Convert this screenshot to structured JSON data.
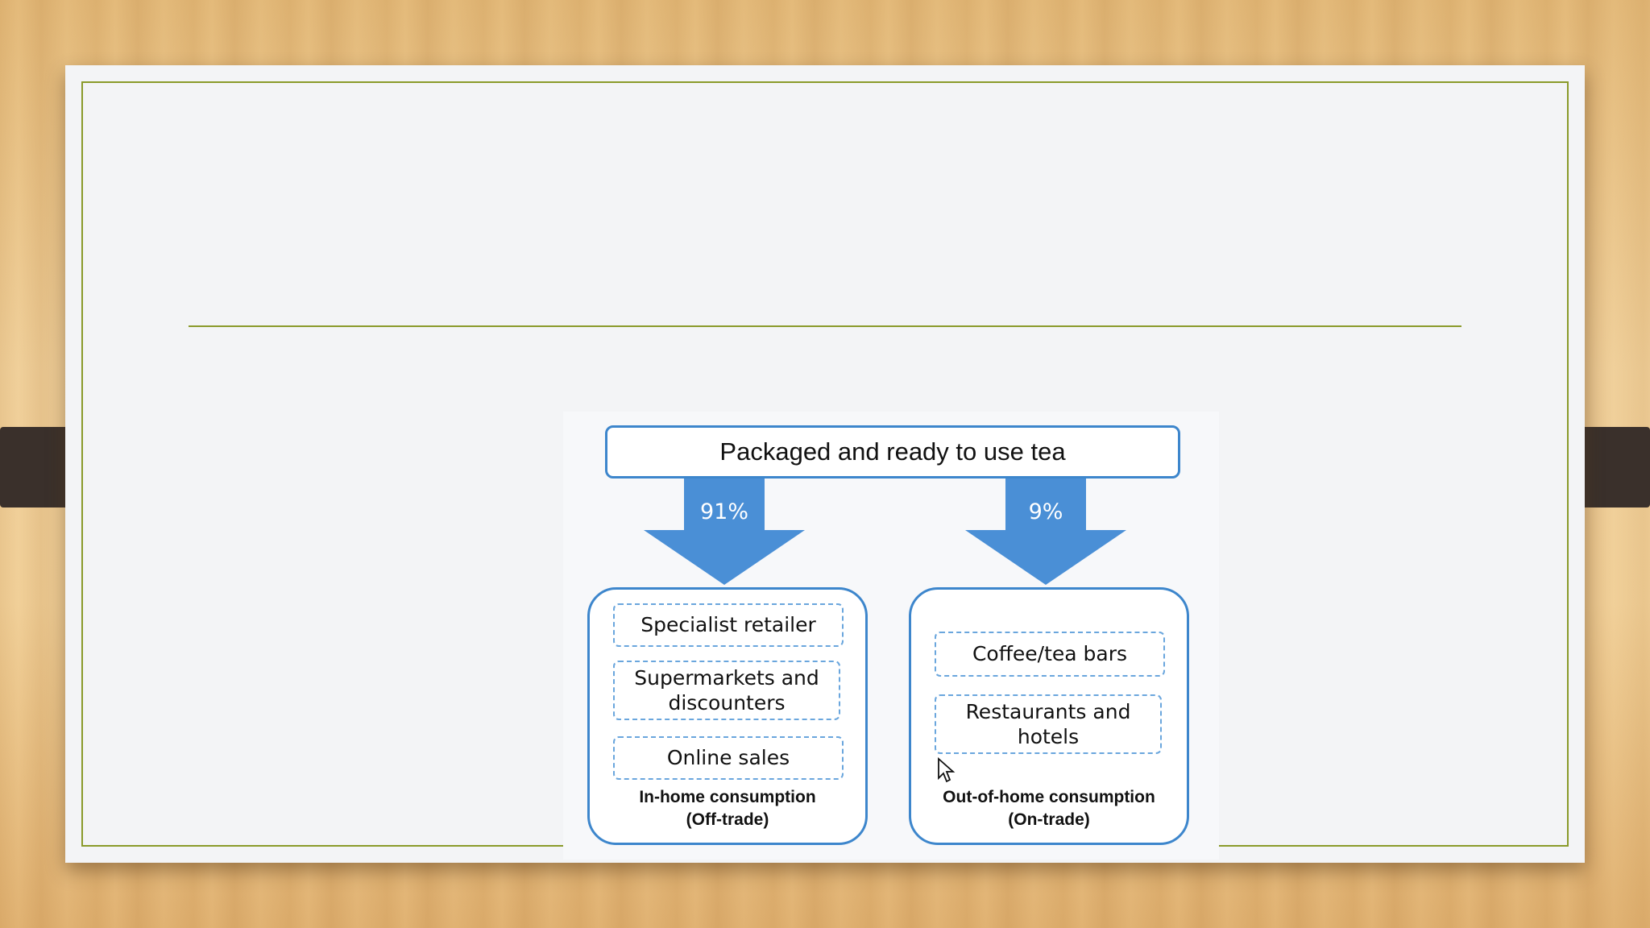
{
  "diagram": {
    "header": "Packaged and ready to use tea",
    "branches": [
      {
        "percent": "91%",
        "items": [
          "Specialist retailer",
          "Supermarkets and discounters",
          "Online sales"
        ],
        "caption_line1": "In-home consumption",
        "caption_line2": "(Off-trade)"
      },
      {
        "percent": "9%",
        "items": [
          "Coffee/tea bars",
          "Restaurants and hotels"
        ],
        "caption_line1": "Out-of-home consumption",
        "caption_line2": "(On-trade)"
      }
    ]
  },
  "colors": {
    "accent_blue": "#3d86cc",
    "arrow_blue": "#4a8fd6",
    "frame_green": "#8a9a2a"
  }
}
